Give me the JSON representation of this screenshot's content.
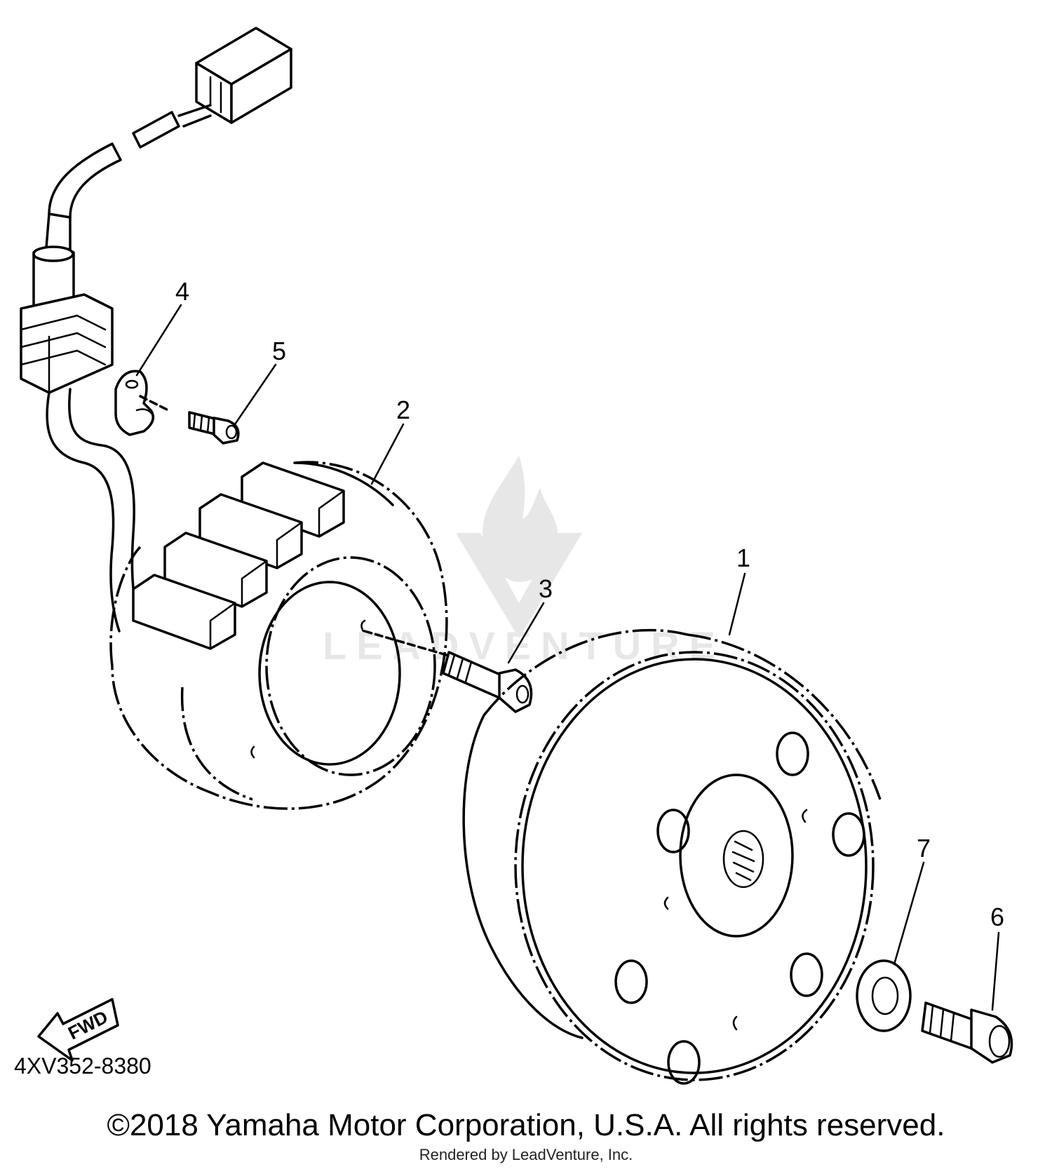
{
  "diagram": {
    "diagram_code": "4XV352-8380",
    "copyright": "©2018 Yamaha Motor Corporation, U.S.A. All rights reserved.",
    "rendered_by": "Rendered by LeadVenture, Inc.",
    "watermark": "LEADVENTURE",
    "direction_arrow_label": "FWD",
    "callouts": [
      "1",
      "2",
      "3",
      "4",
      "5",
      "6",
      "7"
    ]
  }
}
